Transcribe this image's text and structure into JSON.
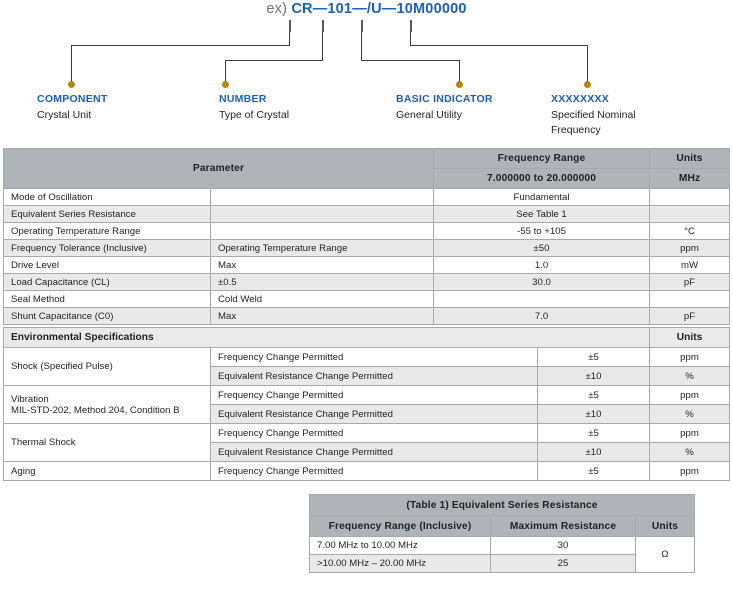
{
  "part_number": {
    "prefix": "ex)",
    "code": "CR—101—/U—10M00000",
    "callouts": [
      {
        "key": "COMPONENT",
        "desc": "Crystal Unit"
      },
      {
        "key": "NUMBER",
        "desc": "Type of Crystal"
      },
      {
        "key": "BASIC INDICATOR",
        "desc": "General Utility"
      },
      {
        "key": "XXXXXXXX",
        "desc": "Specified Nominal Frequency"
      }
    ],
    "dot_color": "#b8860b",
    "key_color": "#1c5fb8"
  },
  "param_table": {
    "headers": {
      "parameter": "Parameter",
      "frequency_range": "Frequency Range",
      "frequency_range_value": "7.000000 to 20.000000",
      "units": "Units",
      "units_value": "MHz"
    },
    "rows": [
      {
        "parameter": "Mode of Oscillation",
        "condition": "",
        "value": "Fundamental",
        "units": ""
      },
      {
        "parameter": "Equivalent Series Resistance",
        "condition": "",
        "value": "See Table 1",
        "units": ""
      },
      {
        "parameter": "Operating Temperature Range",
        "condition": "",
        "value": "-55 to +105",
        "units": "°C"
      },
      {
        "parameter": "Frequency Tolerance (Inclusive)",
        "condition": "Operating Temperature Range",
        "value": "±50",
        "units": "ppm"
      },
      {
        "parameter": "Drive Level",
        "condition": "Max",
        "value": "1.0",
        "units": "mW"
      },
      {
        "parameter": "Load Capacitance (CL)",
        "condition": "±0.5",
        "value": "30.0",
        "units": "pF"
      },
      {
        "parameter": "Seal Method",
        "condition": "Cold Weld",
        "value": "",
        "units": ""
      },
      {
        "parameter": "Shunt Capacitance (C0)",
        "condition": "Max",
        "value": "7.0",
        "units": "pF"
      }
    ]
  },
  "env_table": {
    "headers": {
      "title": "Environmental Specifications",
      "units": "Units"
    },
    "groups": [
      {
        "name": "Shock (Specified Pulse)",
        "name_line2": "",
        "rows": [
          {
            "test": "Frequency Change Permitted",
            "value": "±5",
            "units": "ppm"
          },
          {
            "test": "Equivalent Resistance Change Permitted",
            "value": "±10",
            "units": "%"
          }
        ]
      },
      {
        "name": "Vibration",
        "name_line2": "MIL-STD-202, Method 204, Condition B",
        "rows": [
          {
            "test": "Frequency Change Permitted",
            "value": "±5",
            "units": "ppm"
          },
          {
            "test": "Equivalent Resistance Change Permitted",
            "value": "±10",
            "units": "%"
          }
        ]
      },
      {
        "name": "Thermal Shock",
        "name_line2": "",
        "rows": [
          {
            "test": "Frequency Change Permitted",
            "value": "±5",
            "units": "ppm"
          },
          {
            "test": "Equivalent Resistance Change Permitted",
            "value": "±10",
            "units": "%"
          }
        ]
      },
      {
        "name": "Aging",
        "name_line2": "",
        "rows": [
          {
            "test": "Frequency Change Permitted",
            "value": "±5",
            "units": "ppm"
          }
        ]
      }
    ]
  },
  "esr_table": {
    "title": "(Table 1) Equivalent Series Resistance",
    "headers": {
      "range": "Frequency Range (Inclusive)",
      "resistance": "Maximum Resistance",
      "units": "Units"
    },
    "units_value": "Ω",
    "rows": [
      {
        "range": "7.00 MHz to 10.00 MHz",
        "resistance": "30"
      },
      {
        "range": ">10.00 MHz – 20.00 MHz",
        "resistance": "25"
      }
    ]
  }
}
